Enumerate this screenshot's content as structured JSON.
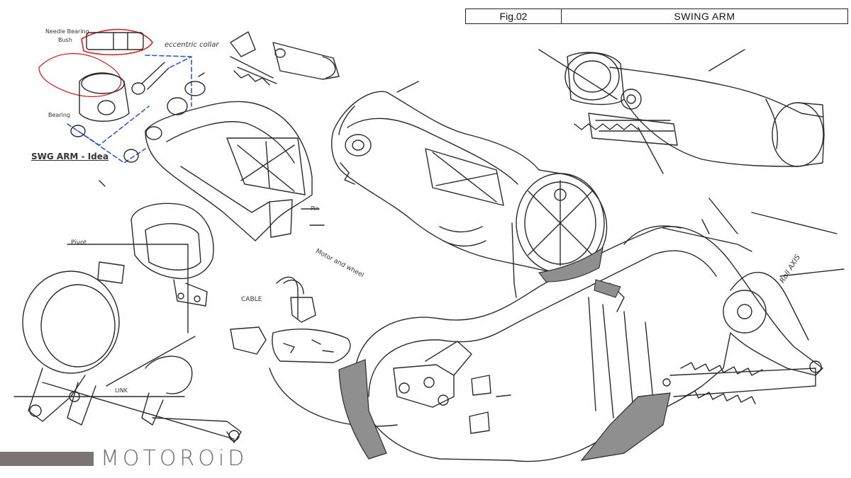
{
  "header": {
    "figure": "Fig.02",
    "title": "SWING ARM"
  },
  "brand": {
    "name": "MOTOROiD"
  },
  "annotations": {
    "needle_bearing": "Needle Bearing",
    "bush": "Bush",
    "eccentric_collar": "eccentric collar",
    "bearing": "Bearing",
    "idea_title": "SWG ARM - Idea",
    "pin": "Pin",
    "motor_wheel": "Motor and wheel",
    "pivot": "Pivot",
    "cable": "CABLE",
    "link": "LINK",
    "roll_axis": "Roll AXIS"
  },
  "colors": {
    "line": "#2a2a2a",
    "shade": "#8f8f8f",
    "red": "#d62020",
    "blue": "#2d5bd6",
    "brand": "#706c6b"
  }
}
